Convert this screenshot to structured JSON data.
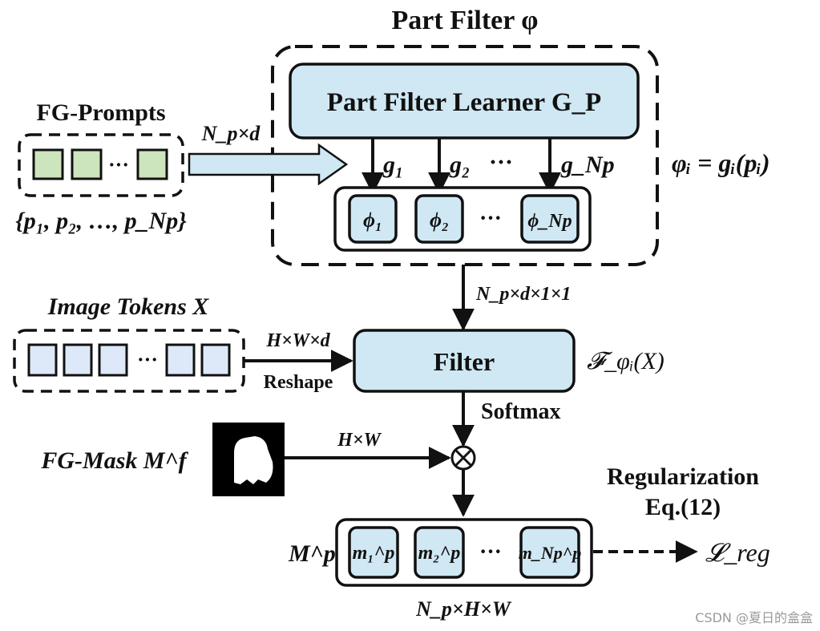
{
  "part_filter_title": "Part Filter φ",
  "fg_prompts": {
    "title": "FG-Prompts",
    "ellipsis": "···",
    "set_label": "{p₁, p₂, …, p_Np}"
  },
  "dim_np_d": "N_p×d",
  "learner_label": "Part Filter Learner G_P",
  "generators": [
    "g₁",
    "g₂",
    "g_Np"
  ],
  "generators_ellipsis": "···",
  "phis": [
    "ϕ₁",
    "ϕ₂",
    "ϕ_Np"
  ],
  "phis_ellipsis": "···",
  "phi_equation": "φᵢ = gᵢ(pᵢ)",
  "dim_np_d_1_1": "N_p×d×1×1",
  "image_tokens": {
    "title": "Image Tokens X",
    "ellipsis": "···"
  },
  "dim_hwd": "H×W×d",
  "reshape_label": "Reshape",
  "filter_label": "Filter",
  "filter_output": "𝓕_φᵢ(X)",
  "softmax_label": "Softmax",
  "fg_mask_label": "FG-Mask M^f",
  "dim_hw": "H×W",
  "multiply_symbol": "⊗",
  "regularization_label": "Regularization",
  "equation_ref": "Eq.(12)",
  "mp_label": "M^p",
  "part_masks": [
    "m₁^p",
    "m₂^p",
    "m_Np^p"
  ],
  "part_masks_ellipsis": "···",
  "loss_label": "𝓛_reg",
  "dim_np_hw": "N_p×H×W",
  "watermark": "CSDN @夏日的盒盒",
  "colors": {
    "box_fill": "#cfe8f3",
    "prompt_fill": "#cde5bd",
    "token_fill": "#dde9f8",
    "stroke": "#111111",
    "watermark": "#9a9a9a"
  }
}
